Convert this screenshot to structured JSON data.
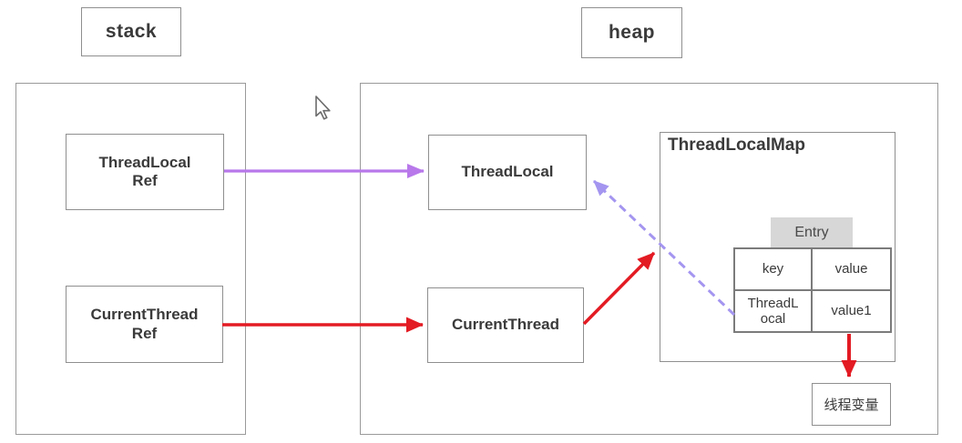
{
  "labels": {
    "stack": "stack",
    "heap": "heap"
  },
  "stack_region": {
    "threadlocal_ref": {
      "line1": "ThreadLocal",
      "line2": "Ref"
    },
    "currentthread_ref": {
      "line1": "CurrentThread",
      "line2": "Ref"
    }
  },
  "heap_region": {
    "threadlocal": "ThreadLocal",
    "currentthread": "CurrentThread",
    "threadlocalmap": {
      "title": "ThreadLocalMap",
      "entry_label": "Entry",
      "table": {
        "header_key": "key",
        "header_value": "value",
        "row_key_line1": "ThreadL",
        "row_key_line2": "ocal",
        "row_value": "value1"
      }
    },
    "thread_variable": "线程变量"
  },
  "colors": {
    "purple_arrow": "#b878ea",
    "purple_dashed_arrow": "#a495f0",
    "red_arrow": "#e31b23",
    "box_border": "#8f8f8f",
    "entry_bg": "#d7d7d7",
    "text": "#3a3a3a"
  }
}
